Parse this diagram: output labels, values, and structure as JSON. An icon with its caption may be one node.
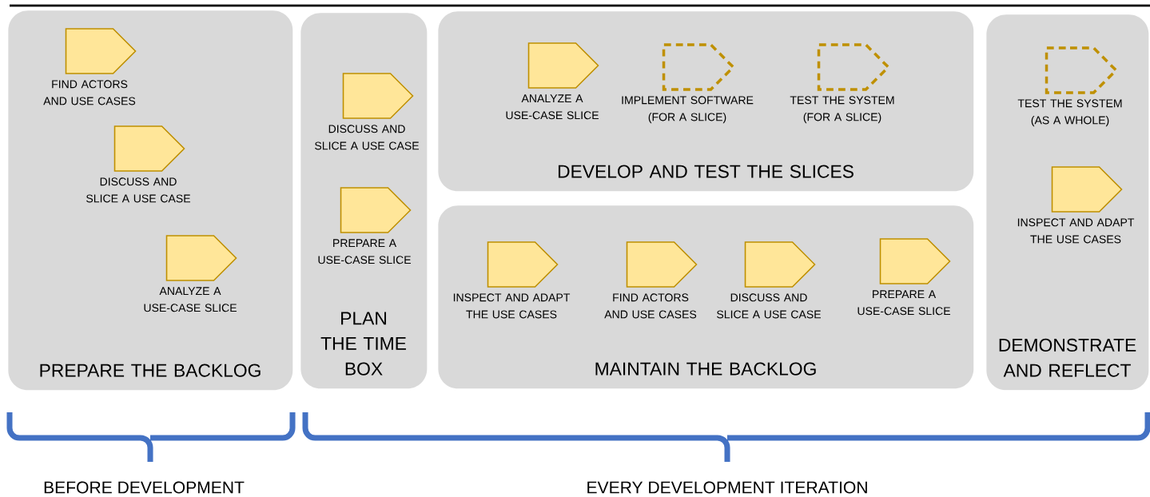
{
  "diagram": {
    "nodes": [
      {
        "text": [
          "PREPARE THE BACKLOG"
        ]
      },
      {
        "text": [],
        "shape": "pentagon",
        "in": 0,
        "beside": [
          "FIND ACTORS AND USE CASES"
        ]
      },
      {
        "text": [],
        "shape": "pentagon",
        "in": 0,
        "beside": [
          "DISCUSS AND SLICE A USE CASE"
        ]
      },
      {
        "text": [],
        "shape": "pentagon",
        "in": 0,
        "beside": [
          "ANALYZE A USE-CASE SLICE"
        ]
      },
      {
        "text": [
          "PLAN THE TIME BOX"
        ]
      },
      {
        "text": [],
        "shape": "pentagon",
        "in": 4,
        "beside": [
          "DISCUSS AND SLICE A USE CASE"
        ]
      },
      {
        "text": [],
        "shape": "pentagon",
        "in": 4,
        "beside": [
          "PREPARE A USE-CASE SLICE"
        ]
      },
      {
        "text": [
          "DEVELOP AND TEST THE SLICES"
        ]
      },
      {
        "text": [],
        "shape": "pentagon",
        "in": 7,
        "beside": [
          "ANALYZE A USE-CASE SLICE"
        ]
      },
      {
        "text": [],
        "shape": "dashed-pentagon",
        "in": 7,
        "beside": [
          "IMPLEMENT SOFTWARE (FOR A SLICE)"
        ]
      },
      {
        "text": [],
        "shape": "dashed-pentagon",
        "in": 7,
        "beside": [
          "TEST THE SYSTEM (FOR A SLICE)"
        ]
      },
      {
        "text": [
          "MAINTAIN THE BACKLOG"
        ]
      },
      {
        "text": [],
        "shape": "pentagon",
        "in": 11,
        "beside": [
          "INSPECT AND ADAPT THE USE CASES"
        ]
      },
      {
        "text": [],
        "shape": "pentagon",
        "in": 11,
        "beside": [
          "FIND ACTORS AND USE CASES"
        ]
      },
      {
        "text": [],
        "shape": "pentagon",
        "in": 11,
        "beside": [
          "DISCUSS AND SLICE A USE CASE"
        ]
      },
      {
        "text": [],
        "shape": "pentagon",
        "in": 11,
        "beside": [
          "PREPARE A USE-CASE SLICE"
        ]
      },
      {
        "text": [
          "DEMONSTRATE AND REFLECT"
        ]
      },
      {
        "text": [],
        "shape": "dashed-pentagon",
        "in": 16,
        "beside": [
          "TEST THE SYSTEM (AS A WHOLE)"
        ]
      },
      {
        "text": [],
        "shape": "pentagon",
        "in": 16,
        "beside": [
          "INSPECT AND ADAPT THE USE CASES"
        ]
      }
    ],
    "labels": [
      "BEFORE DEVELOPMENT",
      "EVERY DEVELOPMENT ITERATION"
    ]
  }
}
